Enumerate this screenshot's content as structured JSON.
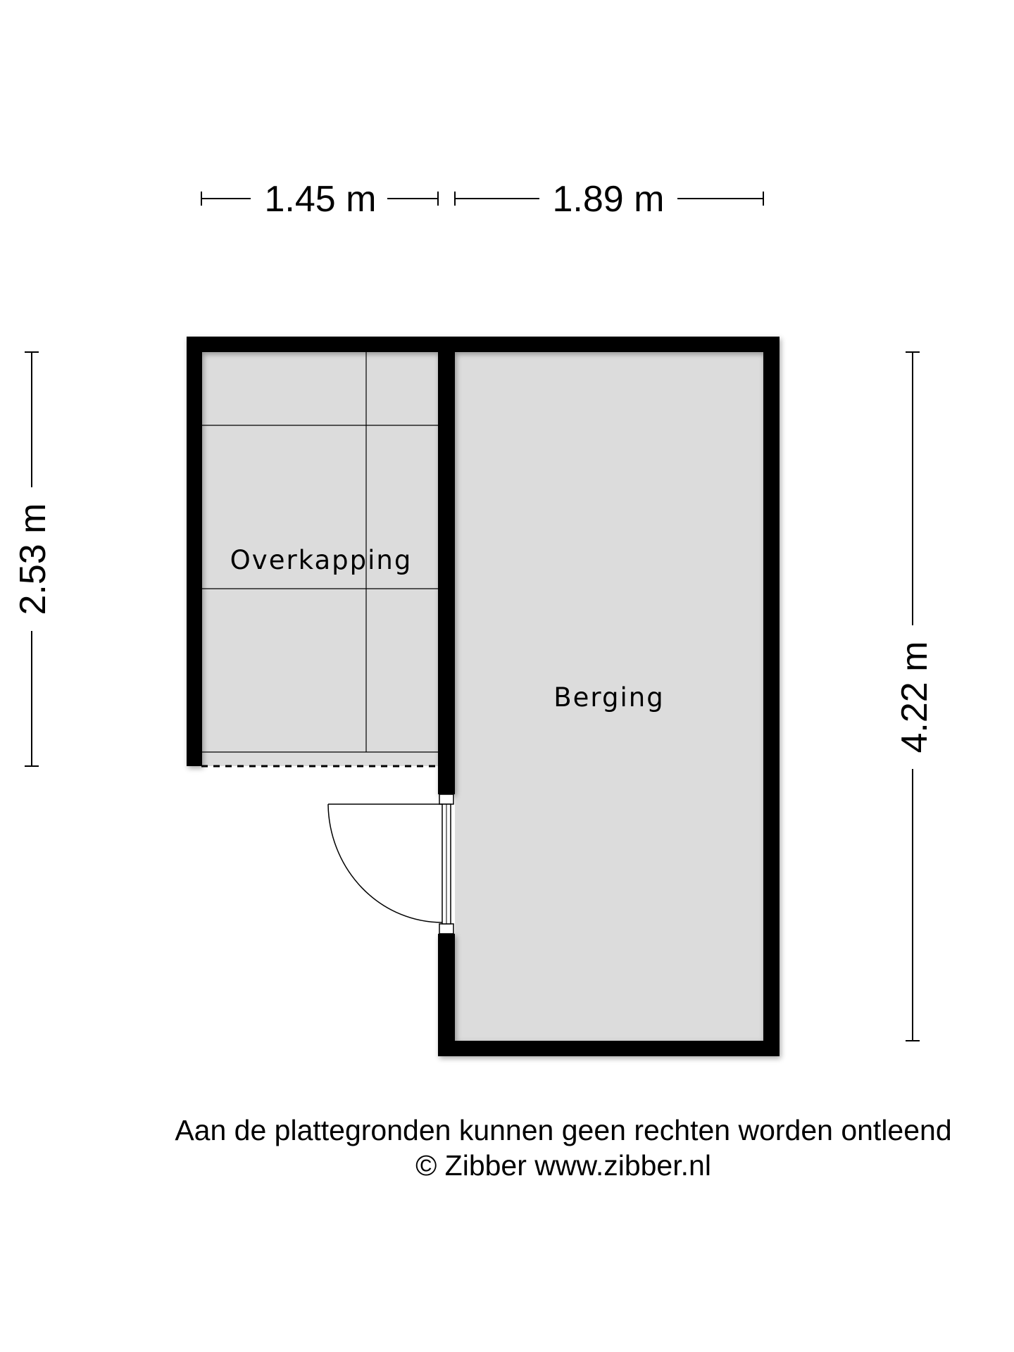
{
  "dimensions": {
    "top_left": "1.45 m",
    "top_right": "1.89 m",
    "left": "2.53 m",
    "right": "4.22 m"
  },
  "rooms": {
    "covered": "Overkapping",
    "storage": "Berging"
  },
  "footer": {
    "disclaimer": "Aan de plattegronden kunnen geen rechten worden ontleend",
    "copyright": "© Zibber www.zibber.nl"
  },
  "colors": {
    "wall": "#000000",
    "floor": "#dcdcdc",
    "background": "#ffffff"
  }
}
